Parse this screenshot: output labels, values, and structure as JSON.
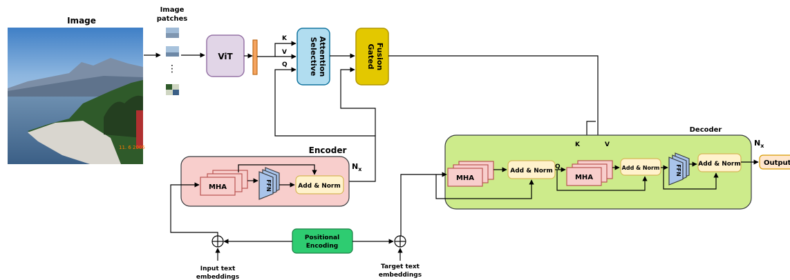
{
  "labels": {
    "image": "Image",
    "image_patches_line1": "Image",
    "image_patches_line2": "patches",
    "vit": "ViT",
    "selective_attention_line1": "Selective",
    "selective_attention_line2": "Attention",
    "gated_fusion_line1": "Gated",
    "gated_fusion_line2": "Fusion",
    "k": "K",
    "v": "V",
    "q": "Q",
    "encoder": "Encoder",
    "decoder": "Decoder",
    "nx_main": "N",
    "nx_sub": "x",
    "mha": "MHA",
    "ffn": "FFN",
    "add_norm": "Add & Norm",
    "positional_encoding_line1": "Positional",
    "positional_encoding_line2": "Encoding",
    "input_text_line1": "Input text",
    "input_text_line2": "embeddings",
    "target_text_line1": "Target text",
    "target_text_line2": "embeddings",
    "output": "Output",
    "dots": "⋮",
    "photo_date": "11. 6 2005"
  },
  "colors": {
    "vit_fill": "#e1d5e7",
    "vit_stroke": "#9673a6",
    "selective_fill": "#b1ddf0",
    "selective_stroke": "#10739e",
    "gated_fill": "#e3c800",
    "gated_stroke": "#b09500",
    "encoder_fill": "#f8cecc",
    "encoder_stroke": "#b85450",
    "decoder_fill": "#cdeb8b",
    "decoder_stroke": "#36393d",
    "mha_fill": "#f8cecc",
    "mha_stroke": "#b85450",
    "ffn_fill": "#a9c4eb",
    "ffn_stroke": "#36393d",
    "addnorm_fill": "#fff2cc",
    "addnorm_stroke": "#d6b656",
    "posenc_fill": "#2ecc71",
    "posenc_stroke": "#1a7f44",
    "output_fill": "#ffe6cc",
    "output_stroke": "#d79b00",
    "feature_bar_fill": "#f4a460",
    "feature_bar_stroke": "#b35900"
  }
}
